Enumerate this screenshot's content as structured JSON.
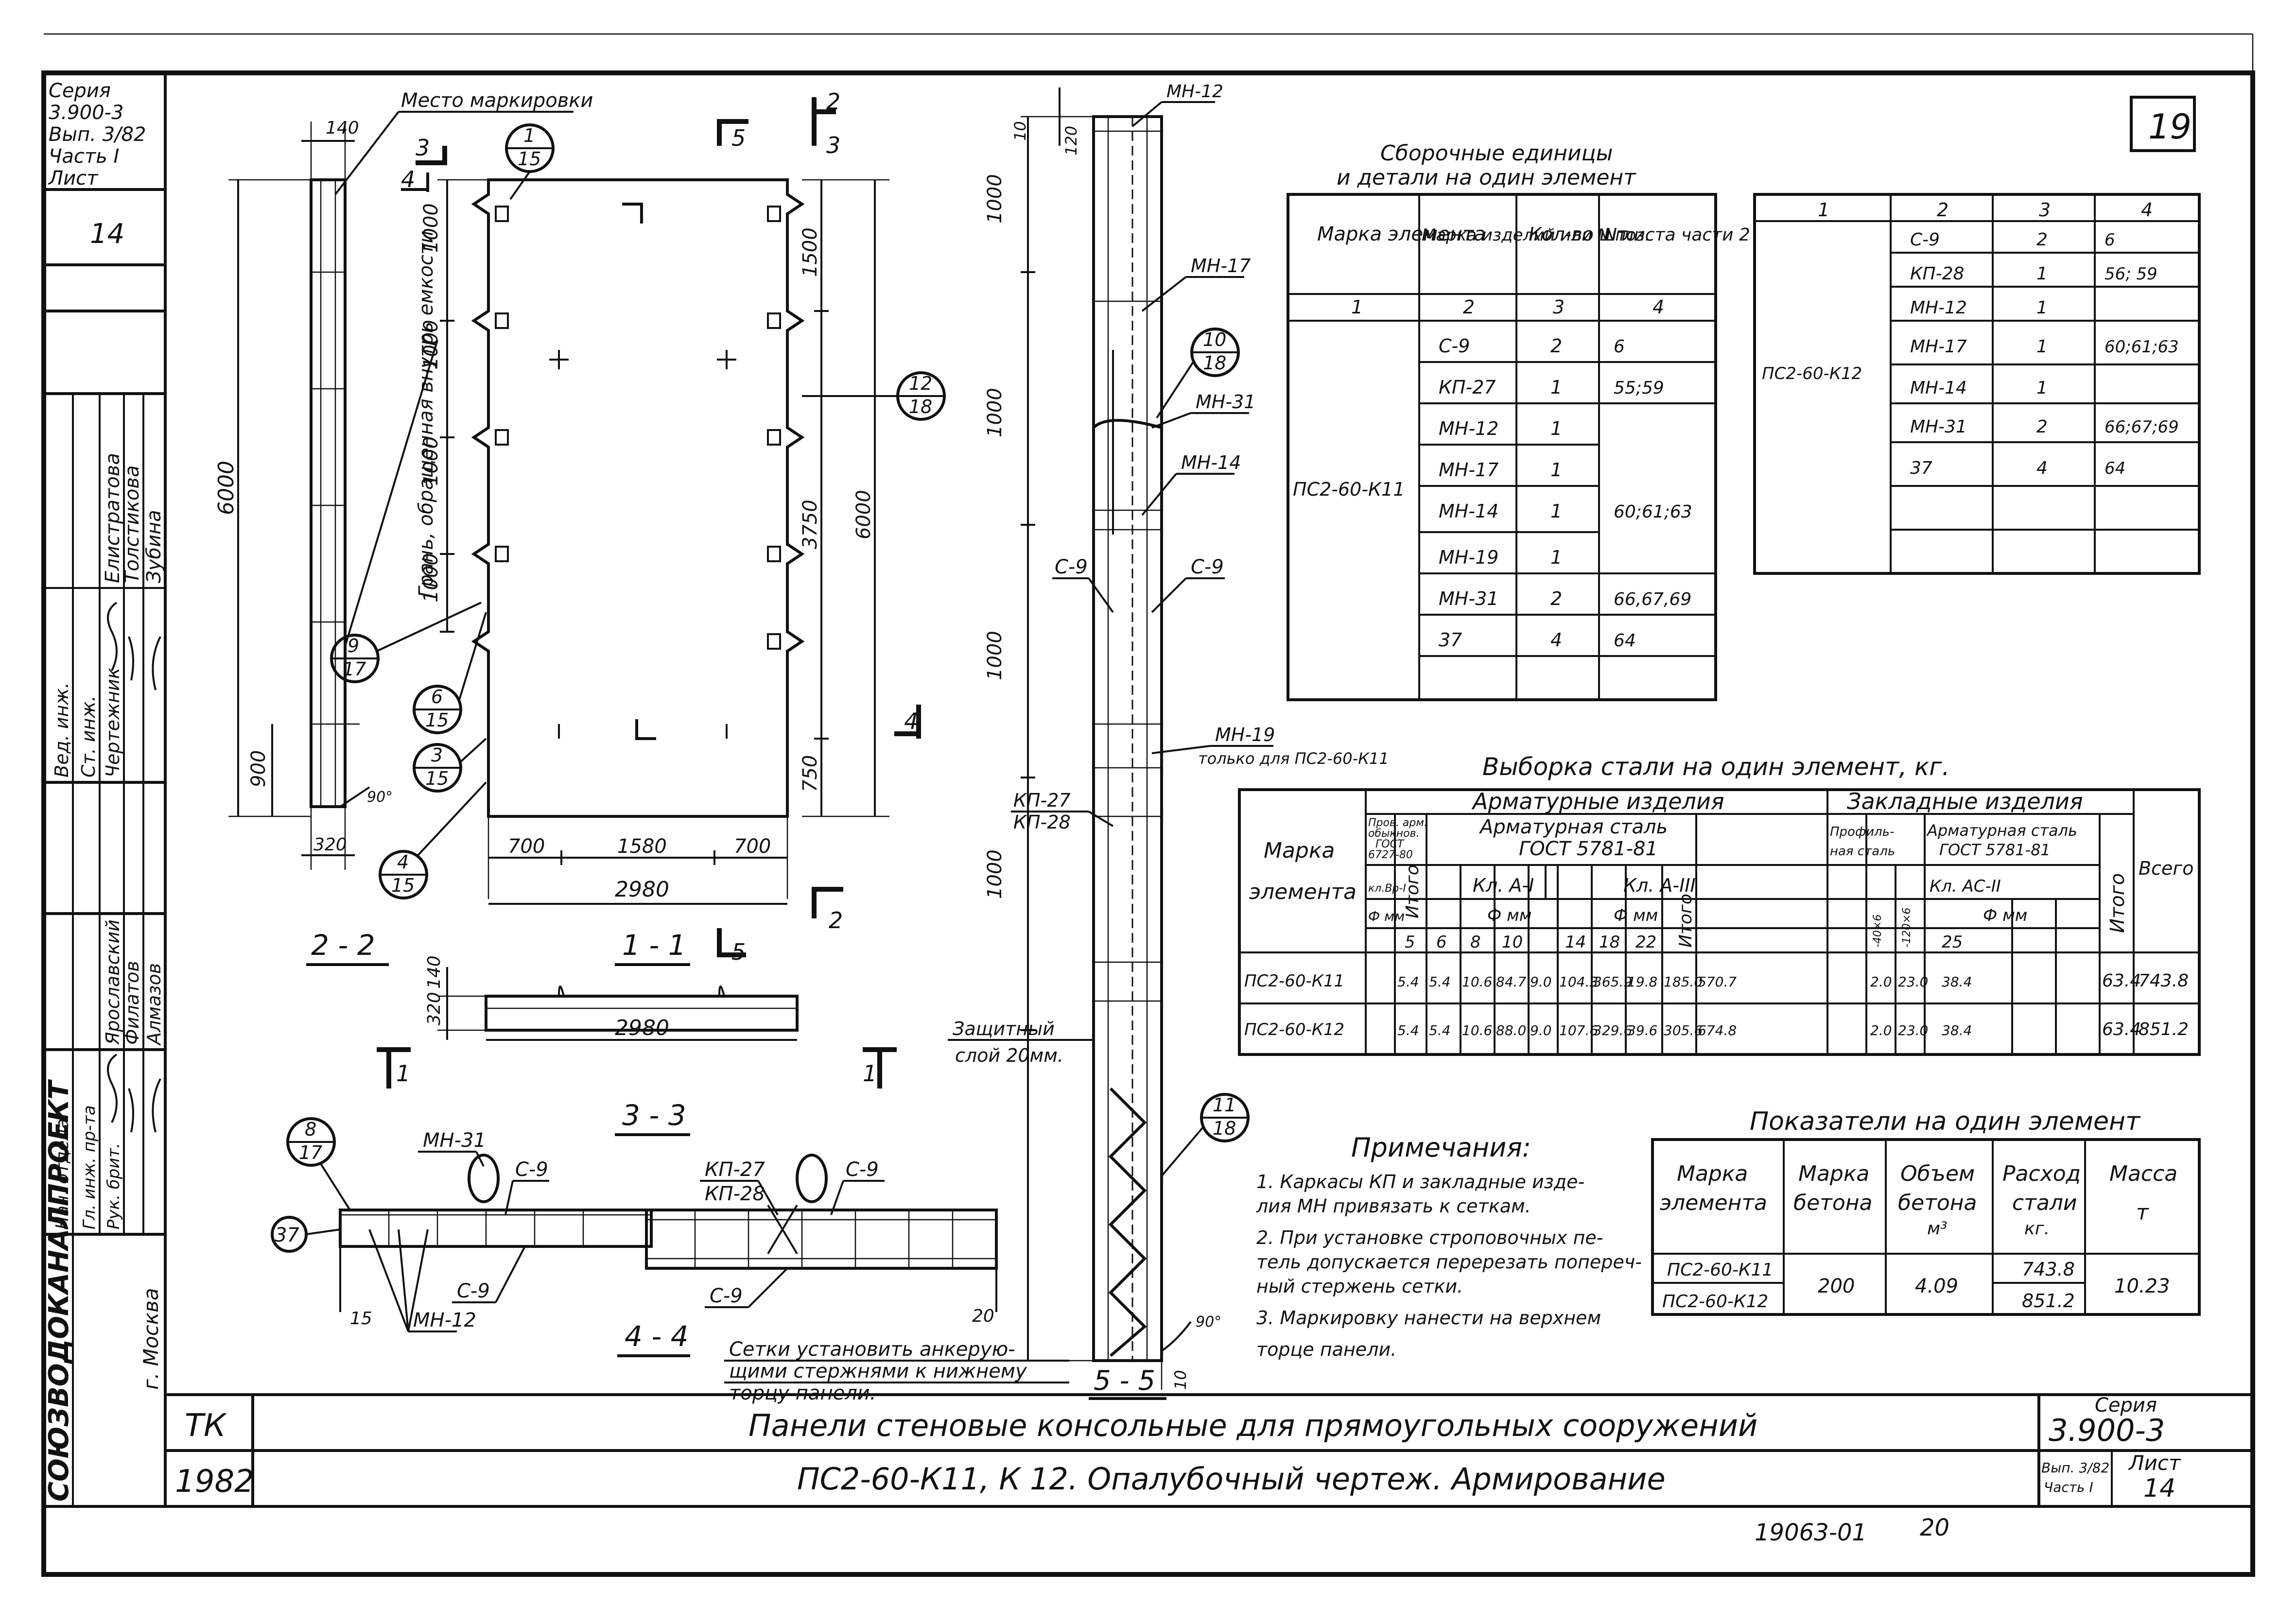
{
  "sheet_number": "19",
  "side_stamp": {
    "series_lines": [
      "Серия",
      "3.900-3",
      "Вып. 3/82",
      "Часть I",
      "Лист"
    ],
    "sheet": "14",
    "roles": [
      "Вед. инж.",
      "Ст. инж.",
      "Чертежник",
      "Нач. отдела",
      "Гл. инж. пр-та",
      "Рук. брит."
    ],
    "names_top": [
      "Толстикова",
      "Елистратова",
      "Зубина"
    ],
    "names_bottom": [
      "Ярославский",
      "Филатов",
      "Алмазов"
    ],
    "organization": "СОЮЗВОДОКАНАЛПРОЕКТ",
    "city": "г. Москва"
  },
  "drawing_2_2": {
    "title": "2 - 2",
    "dim_top": "140",
    "dim_total": "6000",
    "dim_900": "900",
    "dim_bottom": "320",
    "angle": "90°",
    "mark_place": "Место маркировки",
    "note_vertical": "Грань, обращенная внутрь емкости"
  },
  "drawing_1_1": {
    "title": "1 - 1",
    "dims_left": [
      "1000",
      "1000",
      "1000",
      "1000"
    ],
    "dims_right": [
      "1500",
      "3750",
      "750"
    ],
    "dim_total": "6000",
    "dims_bottom": [
      "700",
      "1580",
      "700"
    ],
    "dim_width": "2980",
    "section_labels": [
      "3",
      "4",
      "5",
      "2",
      "5",
      "2",
      "4"
    ]
  },
  "drawing_3_3": {
    "title": "3 - 3",
    "dim_h1": "140",
    "dim_h2": "320",
    "dim_width": "2980",
    "section_label": "1"
  },
  "drawing_4_4": {
    "title": "4 - 4",
    "labels": [
      "МН-31",
      "С-9",
      "С-9",
      "МН-12",
      "КП-27",
      "КП-28",
      "С-9",
      "С-9"
    ],
    "dim_15": "15",
    "dim_20": "20",
    "callout_37": "37",
    "note": [
      "Сетки установить анкерую-",
      "щими стержнями к нижнему",
      "торцу панели."
    ]
  },
  "drawing_5_5": {
    "title": "5 - 5",
    "dims_top": [
      "10",
      "120"
    ],
    "dims": [
      "1000",
      "1000",
      "1000",
      "1000"
    ],
    "labels": [
      "МН-12",
      "МН-17",
      "МН-31",
      "МН-14",
      "С-9",
      "С-9",
      "КП-27",
      "КП-28"
    ],
    "mn19": "МН-19",
    "mn19_note": "только для ПС2-60-К11",
    "protect": [
      "Защитный",
      "слой 20мм."
    ],
    "angle": "90°",
    "dim_bottom": "10"
  },
  "callouts": [
    {
      "num": "1",
      "den": "15"
    },
    {
      "num": "12",
      "den": "18"
    },
    {
      "num": "10",
      "den": "18"
    },
    {
      "num": "9",
      "den": "17"
    },
    {
      "num": "6",
      "den": "15"
    },
    {
      "num": "3",
      "den": "15"
    },
    {
      "num": "4",
      "den": "15"
    },
    {
      "num": "8",
      "den": "17"
    },
    {
      "num": "11",
      "den": "18"
    }
  ],
  "units_table": {
    "title": [
      "Сборочные единицы",
      "и детали на один элемент"
    ],
    "headers": [
      "Марка элемента",
      "Марка изделий или N поз.",
      "Кол-во шт.",
      "N листа части 2"
    ],
    "col_numbers": [
      "1",
      "2",
      "3",
      "4"
    ],
    "element": "ПС2-60-К11",
    "rows": [
      [
        "С-9",
        "2",
        "6"
      ],
      [
        "КП-27",
        "1",
        "55;59"
      ],
      [
        "МН-12",
        "1",
        ""
      ],
      [
        "МН-17",
        "1",
        ""
      ],
      [
        "МН-14",
        "1",
        "60;61;63"
      ],
      [
        "МН-19",
        "1",
        ""
      ],
      [
        "МН-31",
        "2",
        "66,67,69"
      ],
      [
        "37",
        "4",
        "64"
      ]
    ]
  },
  "units_table2": {
    "col_numbers": [
      "1",
      "2",
      "3",
      "4"
    ],
    "element": "ПС2-60-К12",
    "rows": [
      [
        "С-9",
        "2",
        "6"
      ],
      [
        "КП-28",
        "1",
        "56; 59"
      ],
      [
        "МН-12",
        "1",
        ""
      ],
      [
        "МН-17",
        "1",
        "60;61;63"
      ],
      [
        "МН-14",
        "1",
        ""
      ],
      [
        "МН-31",
        "2",
        "66;67;69"
      ],
      [
        "37",
        "4",
        "64"
      ]
    ]
  },
  "steel_table": {
    "title": "Выборка стали на один элемент, кг.",
    "header_armatura": "Арматурные изделия",
    "header_zaklad": "Закладные изделия",
    "header_mark": [
      "Марка",
      "элемента"
    ],
    "sub_prov": [
      "Пров. арм.",
      "обыкнов.",
      "ГОСТ",
      "6727-80"
    ],
    "sub_klass_vr": "кл.Вр-I",
    "sub_steel": [
      "Арматурная сталь",
      "ГОСТ 5781-81"
    ],
    "sub_klass_a1": "Кл. А-I",
    "sub_klass_a3": "Кл. А-III",
    "sub_profile": [
      "Профиль-",
      "ная сталь"
    ],
    "sub_zsteel": [
      "Арматурная сталь",
      "ГОСТ 5781-81"
    ],
    "sub_klass_ac2": "Кл. АС-II",
    "phi_mm": "Ф мм",
    "itogo": "Итого",
    "vsego": "Всего",
    "diams_vr": [
      "5"
    ],
    "diams_a1": [
      "6",
      "8",
      "10"
    ],
    "diams_a3": [
      "14",
      "18",
      "22"
    ],
    "profile_cols": [
      "-40×6",
      "-120×6"
    ],
    "diams_ac2": [
      "25"
    ],
    "rows": [
      {
        "mark": "ПС2-60-К11",
        "vals": [
          "5.4",
          "5.4",
          "10.6",
          "84.7",
          "9.0",
          "104.3",
          "365.9",
          "19.8",
          "185.0",
          "570.7",
          "2.0",
          "23.0",
          "38.4",
          "",
          "",
          "63.4",
          "743.8"
        ]
      },
      {
        "mark": "ПС2-60-К12",
        "vals": [
          "5.4",
          "5.4",
          "10.6",
          "88.0",
          "9.0",
          "107.6",
          "329.6",
          "39.6",
          "305.6",
          "674.8",
          "2.0",
          "23.0",
          "38.4",
          "",
          "",
          "63.4",
          "851.2"
        ]
      }
    ]
  },
  "indicators": {
    "title": "Показатели на один элемент",
    "headers": [
      [
        "Марка",
        "элемента"
      ],
      [
        "Марка",
        "бетона"
      ],
      [
        "Объем",
        "бетона",
        "м³"
      ],
      [
        "Расход",
        "стали",
        "кг."
      ],
      [
        "Масса",
        "т"
      ]
    ],
    "rows": [
      {
        "mark": "ПС2-60-К11",
        "steel": "743.8"
      },
      {
        "mark": "ПС2-60-К12",
        "steel": "851.2"
      }
    ],
    "concrete": "200",
    "volume": "4.09",
    "mass": "10.23"
  },
  "notes": {
    "title": "Примечания:",
    "lines": [
      "1. Каркасы КП и закладные изде-",
      "лия МН привязать к сеткам.",
      "2. При установке строповочных пе-",
      "тель допускается перерезать попереч-",
      "ный стержень сетки.",
      "3. Маркировку нанести на верхнем",
      "торце панели."
    ]
  },
  "title_block": {
    "tk": "ТК",
    "year": "1982",
    "line1": "Панели стеновые консольные для прямоугольных сооружений",
    "line2": "ПС2-60-К11, К 12. Опалубочный чертеж. Армирование",
    "series_label": "Серия",
    "series_value": "3.900-3",
    "issue": [
      "Вып. 3/82",
      "Часть I"
    ],
    "sheet_label": "Лист",
    "sheet": "14"
  },
  "bottom_code": "19063-01",
  "bottom_page": "20"
}
